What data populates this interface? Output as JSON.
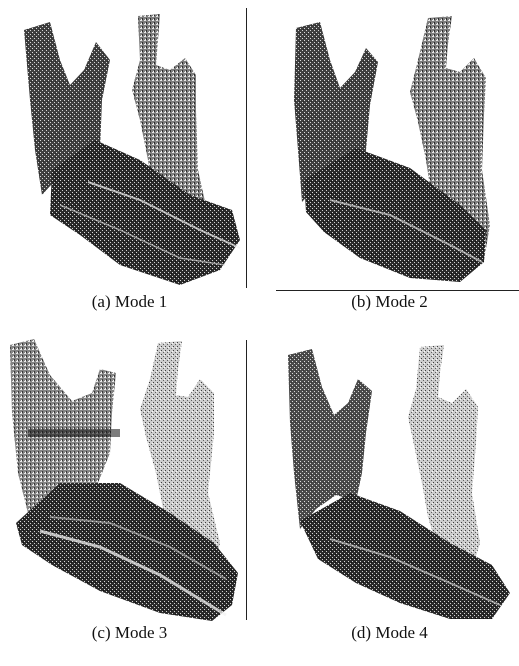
{
  "figure": {
    "panels": [
      {
        "caption": "(a) Mode 1"
      },
      {
        "caption": "(b) Mode 2"
      },
      {
        "caption": "(c) Mode 3"
      },
      {
        "caption": "(d) Mode 4"
      }
    ]
  },
  "colors": {
    "background": "#ffffff",
    "mesh_dark": "#161616",
    "mesh_mid": "#6a6a6a",
    "mesh_light": "#b5b5b5"
  }
}
